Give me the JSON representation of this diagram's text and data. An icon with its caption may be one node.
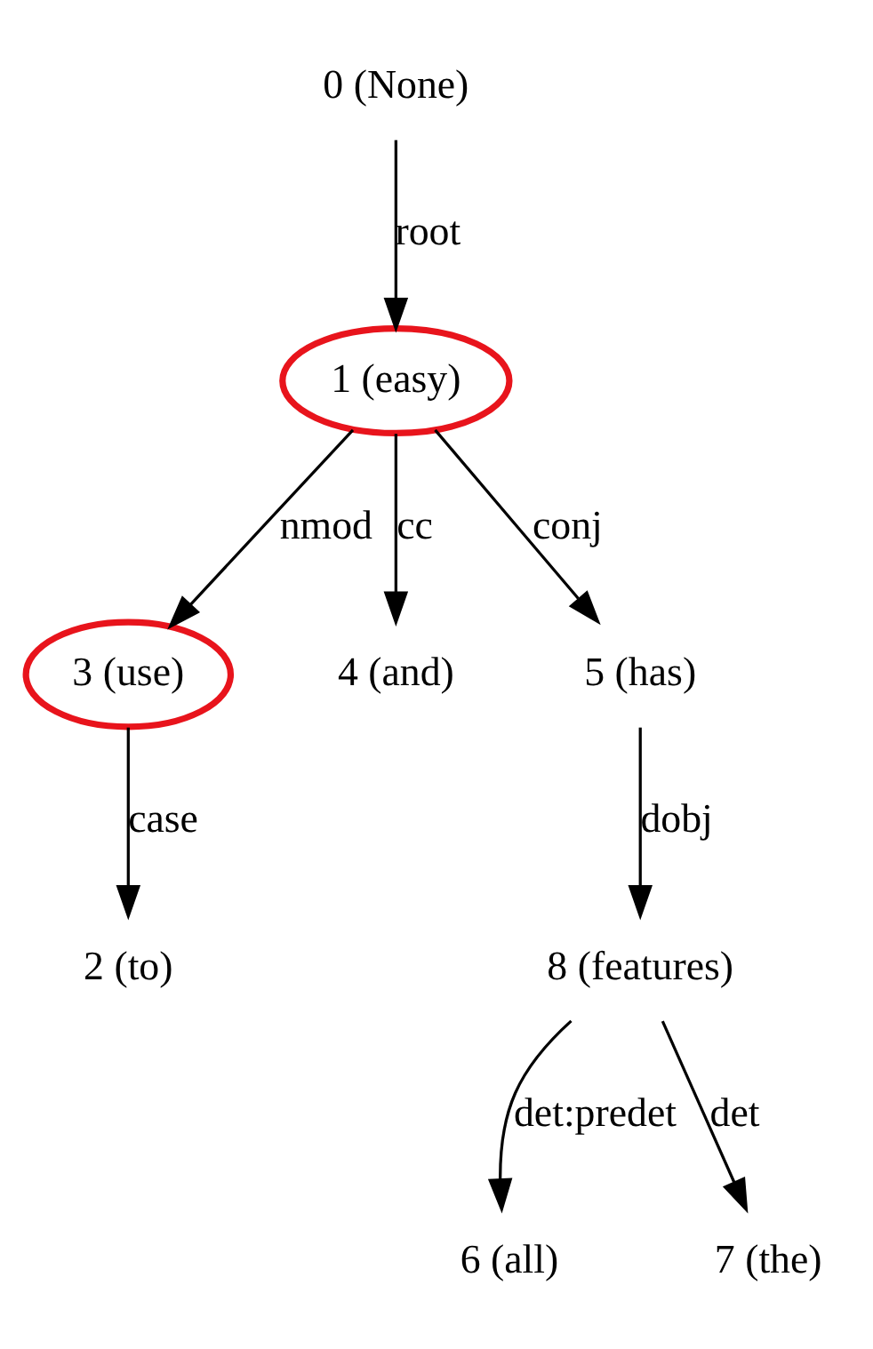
{
  "diagram": {
    "nodes": [
      {
        "text": [
          "0 (None)"
        ]
      },
      {
        "text": [
          "1 (easy)"
        ]
      },
      {
        "text": [
          "3 (use)"
        ]
      },
      {
        "text": [
          "4 (and)"
        ]
      },
      {
        "text": [
          "5 (has)"
        ]
      },
      {
        "text": [
          "2 (to)"
        ]
      },
      {
        "text": [
          "8 (features)"
        ]
      },
      {
        "text": [
          "6 (all)"
        ]
      },
      {
        "text": [
          "7 (the)"
        ]
      }
    ],
    "edges": [
      {
        "from": 0,
        "to": 1,
        "arrow": "to",
        "label": "root"
      },
      {
        "from": 1,
        "to": 2,
        "arrow": "to",
        "label": "nmod"
      },
      {
        "from": 1,
        "to": 3,
        "arrow": "to",
        "label": "cc"
      },
      {
        "from": 1,
        "to": 4,
        "arrow": "to",
        "label": "conj"
      },
      {
        "from": 2,
        "to": 5,
        "arrow": "to",
        "label": "case"
      },
      {
        "from": 4,
        "to": 6,
        "arrow": "to",
        "label": "dobj"
      },
      {
        "from": 6,
        "to": 7,
        "arrow": "to",
        "label": "det:predet"
      },
      {
        "from": 6,
        "to": 8,
        "arrow": "to",
        "label": "det"
      }
    ]
  }
}
